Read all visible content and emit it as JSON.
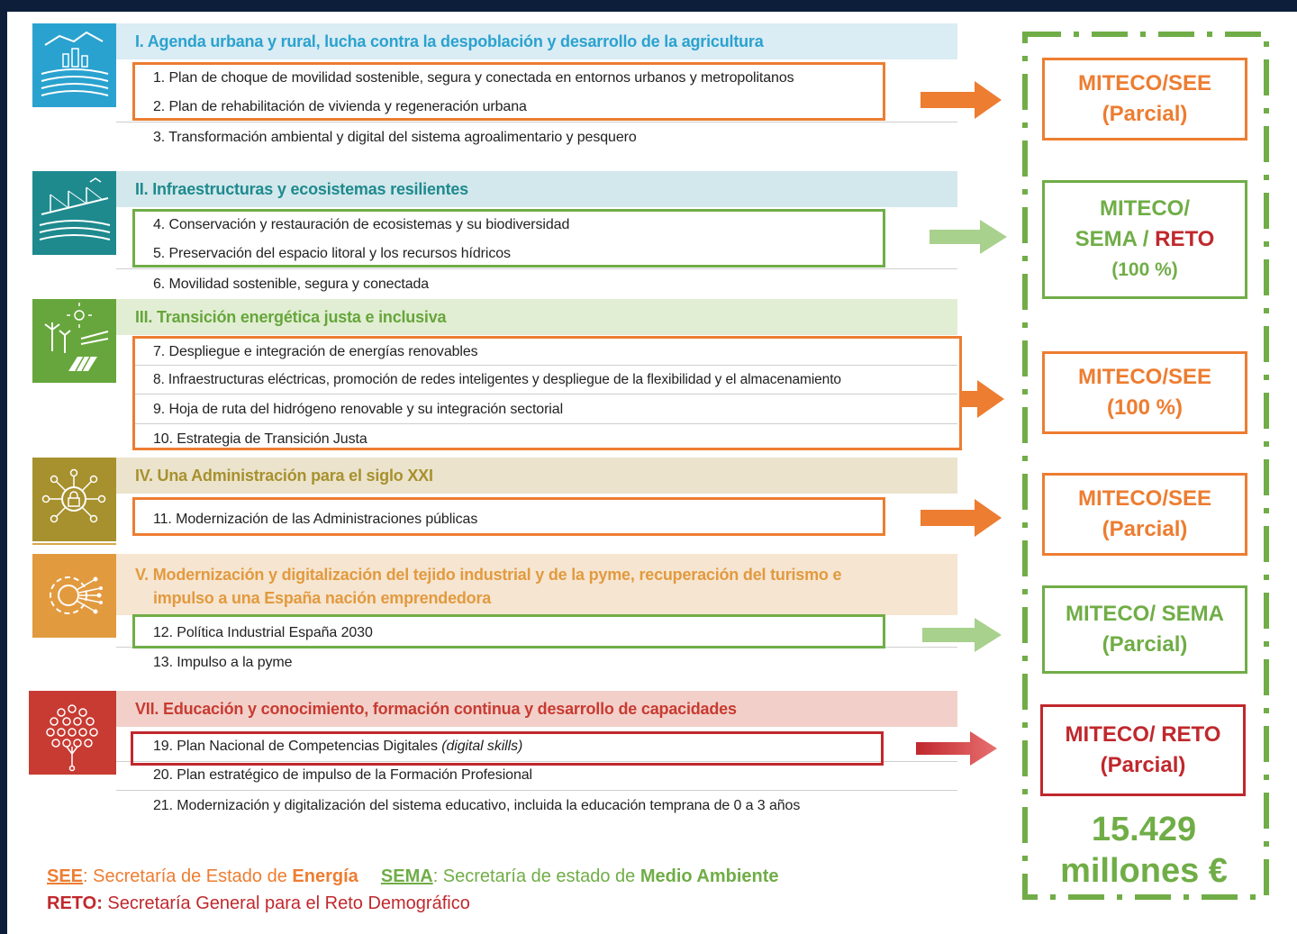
{
  "sections": [
    {
      "title": "I. Agenda urbana y rural, lucha contra la despoblación y desarrollo de la agricultura",
      "icon": "urban-rural-icon"
    },
    {
      "title": "II. Infraestructuras y ecosistemas resilientes",
      "icon": "bridge-icon"
    },
    {
      "title": "III. Transición energética justa e inclusiva",
      "icon": "wind-solar-icon"
    },
    {
      "title": "IV. Una Administración para el siglo XXI",
      "icon": "network-lock-icon"
    },
    {
      "title_line1": "V. Modernización y digitalización del tejido industrial y de la pyme, recuperación del turismo e",
      "title_line2": "impulso a una España nación emprendedora",
      "icon": "gear-circuit-icon"
    },
    {
      "title": "VII. Educación y conocimiento, formación continua y desarrollo de capacidades",
      "icon": "brain-tree-icon"
    }
  ],
  "items": {
    "i1": "1. Plan de choque de movilidad sostenible, segura y conectada en entornos urbanos y metropolitanos",
    "i2": "2. Plan de rehabilitación de vivienda y regeneración urbana",
    "i3": "3. Transformación ambiental y digital del sistema agroalimentario y pesquero",
    "i4": "4. Conservación y restauración de ecosistemas y su biodiversidad",
    "i5": "5. Preservación del espacio litoral y los recursos hídricos",
    "i6": "6. Movilidad sostenible, segura y conectada",
    "i7": "7. Despliegue e integración de energías renovables",
    "i8": "8. Infraestructuras eléctricas, promoción de redes inteligentes y despliegue de la flexibilidad y el almacenamiento",
    "i9": "9. Hoja de ruta del hidrógeno renovable y su integración sectorial",
    "i10": "10. Estrategia de Transición Justa",
    "i11": "11. Modernización de las Administraciones públicas",
    "i12": "12. Política Industrial España 2030",
    "i13": "13. Impulso a la pyme",
    "i19_main": "19. Plan Nacional de Competencias Digitales ",
    "i19_em": "(digital skills)",
    "i20": "20. Plan estratégico de impulso de la Formación Profesional",
    "i21": "21. Modernización y digitalización del sistema educativo, incluida la educación temprana de 0 a 3 años"
  },
  "boxes": {
    "b1": {
      "line1": "MITECO/SEE",
      "line2": "(Parcial)"
    },
    "b2": {
      "line1": "MITECO/",
      "line2a": "SEMA / ",
      "line2b": "RETO",
      "line3": "(100 %)"
    },
    "b3": {
      "line1": "MITECO/SEE",
      "line2": "(100 %)"
    },
    "b4": {
      "line1": "MITECO/SEE",
      "line2": "(Parcial)"
    },
    "b5": {
      "line1": "MITECO/ SEMA",
      "line2": "(Parcial)"
    },
    "b6": {
      "line1": "MITECO/ RETO",
      "line2": "(Parcial)"
    }
  },
  "total": {
    "line1": "15.429",
    "line2": "millones €"
  },
  "legend": {
    "see_abbr": "SEE",
    "see_text": ": Secretaría de Estado de ",
    "see_bold": "Energía",
    "sema_abbr": "SEMA",
    "sema_text": ": Secretaría de estado de ",
    "sema_bold": "Medio Ambiente",
    "reto_abbr": "RETO:",
    "reto_text": " Secretaría General para el Reto Demográfico"
  },
  "colors": {
    "orange": "#ed7d31",
    "green": "#70ad47",
    "light_green": "#a9d18e",
    "red": "#c0282d",
    "navy": "#0d1e3a"
  }
}
